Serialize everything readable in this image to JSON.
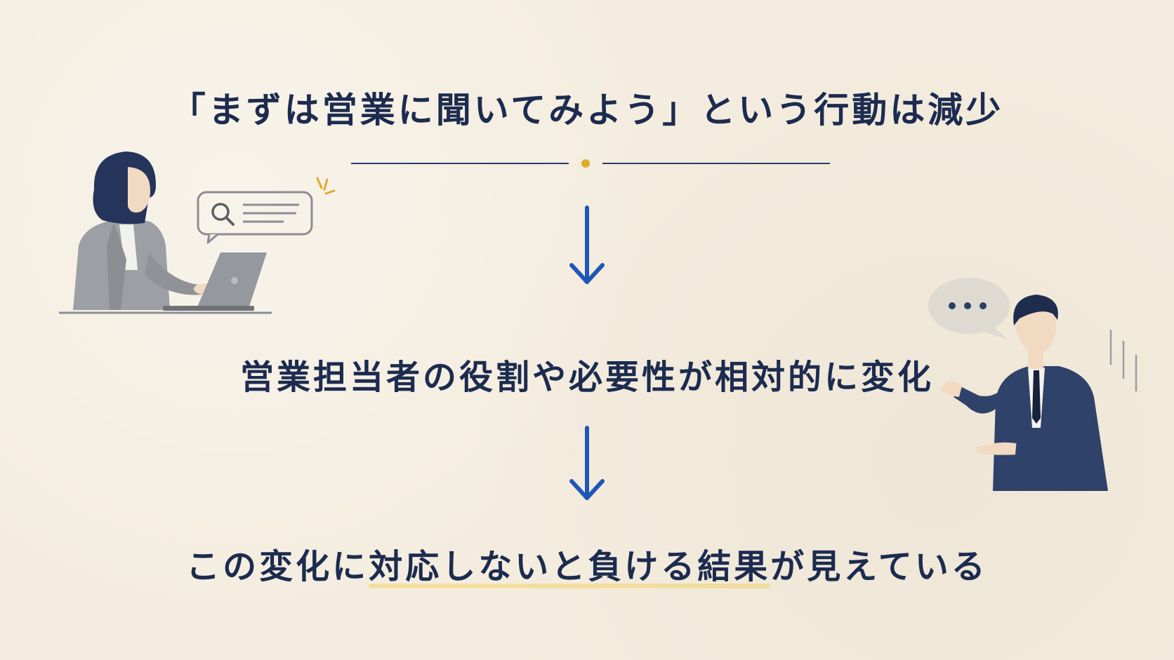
{
  "title": "「まずは営業に聞いてみよう」という行動は減少",
  "step2": "営業担当者の役割や必要性が相対的に変化",
  "step3": {
    "before": "この変化に",
    "highlight": "対応しないと負ける結果",
    "after": "が見えている"
  },
  "colors": {
    "background": "#f4eddf",
    "text": "#1c2b4f",
    "arrow": "#1e56b8",
    "accent_dot": "#e2a92a",
    "highlight": "#f3dfa0"
  },
  "icons": {
    "search": "search-icon",
    "speech_dots": "speech-bubble-ellipsis-icon"
  }
}
